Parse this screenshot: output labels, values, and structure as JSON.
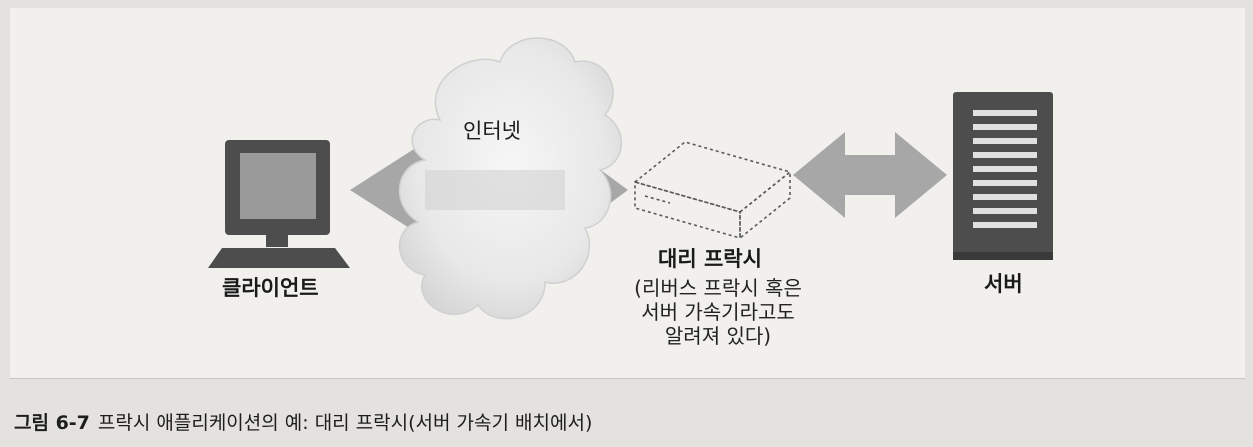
{
  "nodes": {
    "client": "클라이언트",
    "internet": "인터넷",
    "proxy": "대리 프락시",
    "server": "서버"
  },
  "proxy_description": {
    "line1": "(리버스 프락시 혹은",
    "line2": "서버 가속기라고도",
    "line3": "알려져 있다)"
  },
  "caption": {
    "number": "그림 6-7",
    "text": "프락시 애플리케이션의 예: 대리 프락시(서버 가속기 배치에서)"
  },
  "colors": {
    "background": "#f1f0ed",
    "device": "#4d4d4d",
    "arrow": "#a8a8a8",
    "cloud": "#e9e9e9"
  }
}
